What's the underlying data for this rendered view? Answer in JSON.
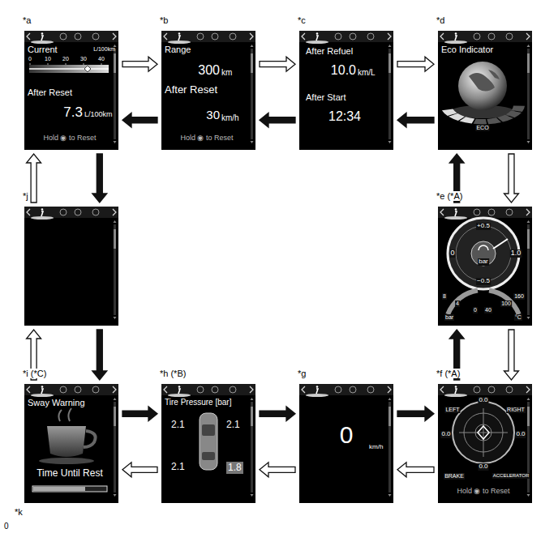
{
  "diagram": {
    "nodes": [
      {
        "text": [
          "*a",
          "Current",
          "L/100km",
          "0",
          "10",
          "20",
          "30",
          "40",
          "After Reset",
          "7.3",
          "L/100km",
          "Hold ◉ to Reset"
        ]
      },
      {
        "text": [
          "*b",
          "Range",
          "300",
          "km",
          "After Reset",
          "30",
          "km/h",
          "Hold ◉ to Reset"
        ]
      },
      {
        "text": [
          "*c",
          "After Refuel",
          "10.0",
          "km/L",
          "After Start",
          "12:34"
        ]
      },
      {
        "text": [
          "*d",
          "Eco Indicator",
          "ECO"
        ]
      },
      {
        "text": [
          "*j"
        ]
      },
      {
        "text": [
          "*e (*A)",
          "+0.5",
          "0",
          "1.0",
          "−0.5",
          "bar",
          "8",
          "4",
          "0",
          "40",
          "100",
          "160",
          "bar",
          "°C"
        ]
      },
      {
        "text": [
          "*i (*C)",
          "Sway Warning",
          "Time Until Rest"
        ]
      },
      {
        "text": [
          "*h (*B)",
          "Tire Pressure [bar]",
          "2.1",
          "2.1",
          "2.1",
          "1.8"
        ]
      },
      {
        "text": [
          "*g",
          "0",
          "km/h"
        ]
      },
      {
        "text": [
          "*f (*A)",
          "0.0",
          "LEFT",
          "RIGHT",
          "0.0",
          "0.0",
          "0.0",
          "BRAKE",
          "ACCELERATOR",
          "Hold ◉ to Reset"
        ]
      }
    ],
    "edges": [
      {
        "from": 0,
        "to": 1,
        "arrow": "to"
      },
      {
        "from": 1,
        "to": 0,
        "arrow": "to"
      },
      {
        "from": 1,
        "to": 2,
        "arrow": "to"
      },
      {
        "from": 2,
        "to": 1,
        "arrow": "to"
      },
      {
        "from": 2,
        "to": 3,
        "arrow": "to"
      },
      {
        "from": 3,
        "to": 2,
        "arrow": "to"
      },
      {
        "from": 3,
        "to": 5,
        "arrow": "to"
      },
      {
        "from": 5,
        "to": 3,
        "arrow": "to"
      },
      {
        "from": 5,
        "to": 9,
        "arrow": "to"
      },
      {
        "from": 9,
        "to": 5,
        "arrow": "to"
      },
      {
        "from": 9,
        "to": 8,
        "arrow": "to"
      },
      {
        "from": 8,
        "to": 9,
        "arrow": "to"
      },
      {
        "from": 8,
        "to": 7,
        "arrow": "to"
      },
      {
        "from": 7,
        "to": 8,
        "arrow": "to"
      },
      {
        "from": 7,
        "to": 6,
        "arrow": "to"
      },
      {
        "from": 6,
        "to": 7,
        "arrow": "to"
      },
      {
        "from": 6,
        "to": 4,
        "arrow": "to"
      },
      {
        "from": 4,
        "to": 6,
        "arrow": "to"
      },
      {
        "from": 4,
        "to": 0,
        "arrow": "to"
      },
      {
        "from": 0,
        "to": 4,
        "arrow": "to"
      }
    ],
    "labels": [
      "*k",
      "0"
    ]
  }
}
